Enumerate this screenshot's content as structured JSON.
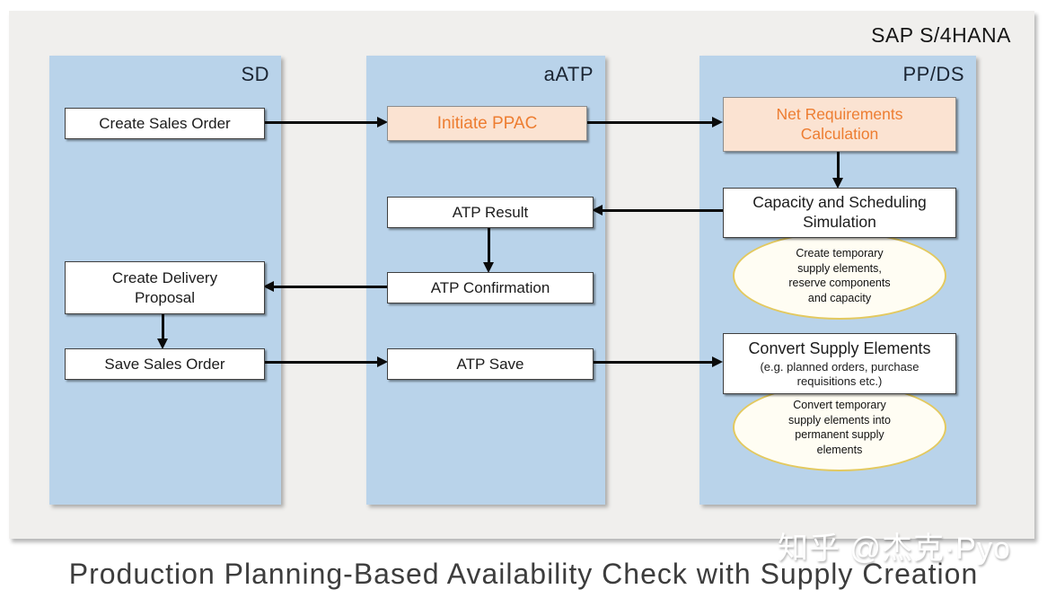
{
  "header": {
    "product_label": "SAP S/4HANA"
  },
  "columns": [
    {
      "id": "sd",
      "label": "SD"
    },
    {
      "id": "aatp",
      "label": "aATP"
    },
    {
      "id": "ppds",
      "label": "PP/DS"
    }
  ],
  "nodes": {
    "create_sales_order": "Create Sales Order",
    "create_delivery_proposal": "Create Delivery\nProposal",
    "save_sales_order": "Save Sales Order",
    "initiate_ppac": "Initiate PPAC",
    "atp_result": "ATP Result",
    "atp_confirmation": "ATP Confirmation",
    "atp_save": "ATP Save",
    "net_requirements_calculation": "Net Requirements\nCalculation",
    "capacity_scheduling_simulation": "Capacity and Scheduling\nSimulation",
    "convert_supply_elements": "Convert Supply Elements",
    "convert_supply_elements_note": "(e.g. planned orders, purchase\nrequisitions etc.)"
  },
  "annotations": {
    "create_temporary": "Create temporary\nsupply elements,\nreserve components\nand capacity",
    "convert_temporary": "Convert temporary\nsupply elements into\npermanent supply\nelements"
  },
  "title": "Production Planning-Based Availability Check with Supply Creation",
  "watermark": "知乎 @杰克·Pyo",
  "colors": {
    "column_fill": "#b9d3ea",
    "highlight_fill": "#fbe3d2",
    "highlight_text": "#ed7d31",
    "oval_border": "#e3c95f",
    "canvas_fill": "#f0efed"
  }
}
